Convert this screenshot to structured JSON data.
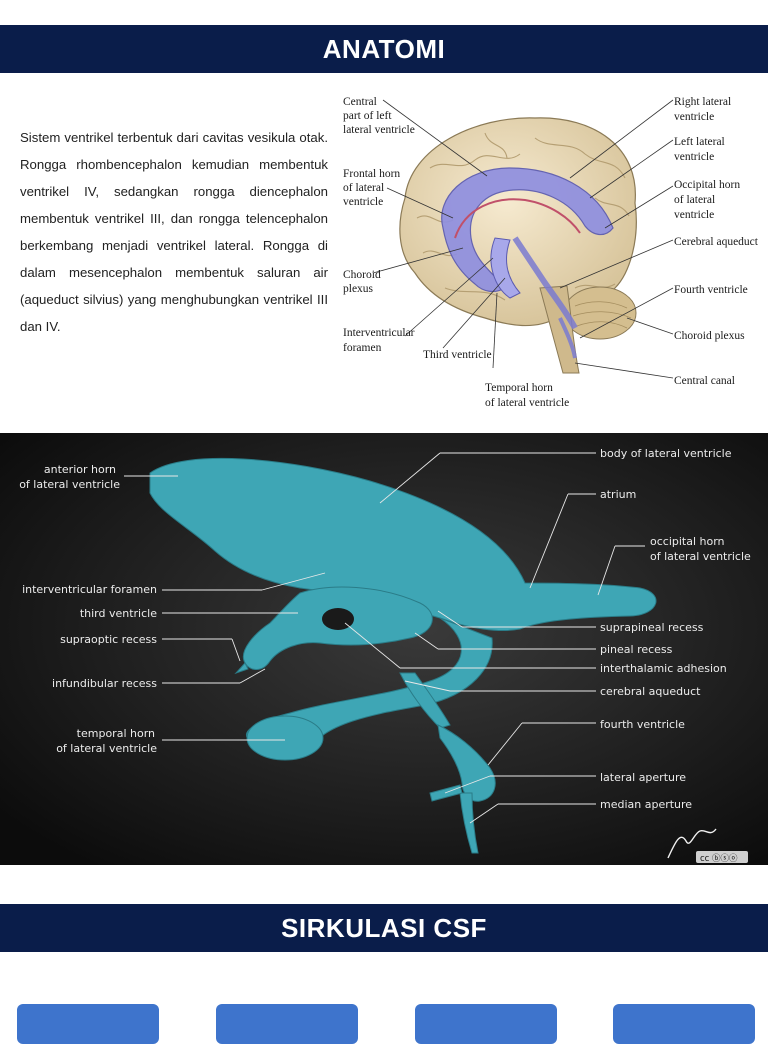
{
  "header": {
    "title": "ANATOMI"
  },
  "intro": {
    "text": "Sistem ventrikel terbentuk dari cavitas vesikula otak. Rongga rhombencephalon kemudian membentuk ventrikel IV, sedangkan rongga diencephalon membentuk ventrikel III, dan rongga telencephalon berkembang menjadi ventrikel lateral. Rongga di dalam mesencephalon membentuk saluran air (aqueduct silvius) yang menghubungkan ventrikel III dan IV."
  },
  "figure1": {
    "labels": {
      "central_1": "Central",
      "central_2": "part of left",
      "central_3": "lateral ventricle",
      "frontal_1": "Frontal horn",
      "frontal_2": "of lateral",
      "frontal_3": "ventricle",
      "choroid_l_1": "Choroid",
      "choroid_l_2": "plexus",
      "interv_1": "Interventricular",
      "interv_2": "foramen",
      "third": "Third ventricle",
      "temporal_1": "Temporal horn",
      "temporal_2": "of lateral ventricle",
      "right_1": "Right lateral",
      "right_2": "ventricle",
      "left_1": "Left lateral",
      "left_2": "ventricle",
      "occipital_1": "Occipital horn",
      "occipital_2": "of lateral",
      "occipital_3": "ventricle",
      "aqueduct": "Cerebral aqueduct",
      "fourth": "Fourth ventricle",
      "choroid_r": "Choroid plexus",
      "central_canal": "Central canal"
    }
  },
  "figure2": {
    "labels": {
      "anterior_1": "anterior horn",
      "anterior_2": "of lateral ventricle",
      "interv_foramen": "interventricular foramen",
      "third": "third ventricle",
      "supraoptic": "supraoptic recess",
      "infundibular": "infundibular recess",
      "temporal_1": "temporal horn",
      "temporal_2": "of lateral ventricle",
      "body": "body of lateral ventricle",
      "atrium": "atrium",
      "occipital_1": "occipital horn",
      "occipital_2": "of lateral ventricle",
      "suprapineal": "suprapineal recess",
      "pineal": "pineal recess",
      "interthalamic": "interthalamic adhesion",
      "aqueduct": "cerebral aqueduct",
      "fourth": "fourth ventricle",
      "lateral_aperture": "lateral aperture",
      "median_aperture": "median aperture",
      "cc_badge": "cc ⓑⓢⓞ"
    }
  },
  "section2": {
    "title": "SIRKULASI CSF"
  },
  "colors": {
    "banner": "#0a1d4a",
    "ventricle_cast": "#3ea6b5",
    "flow_box": "#3e74cc"
  }
}
